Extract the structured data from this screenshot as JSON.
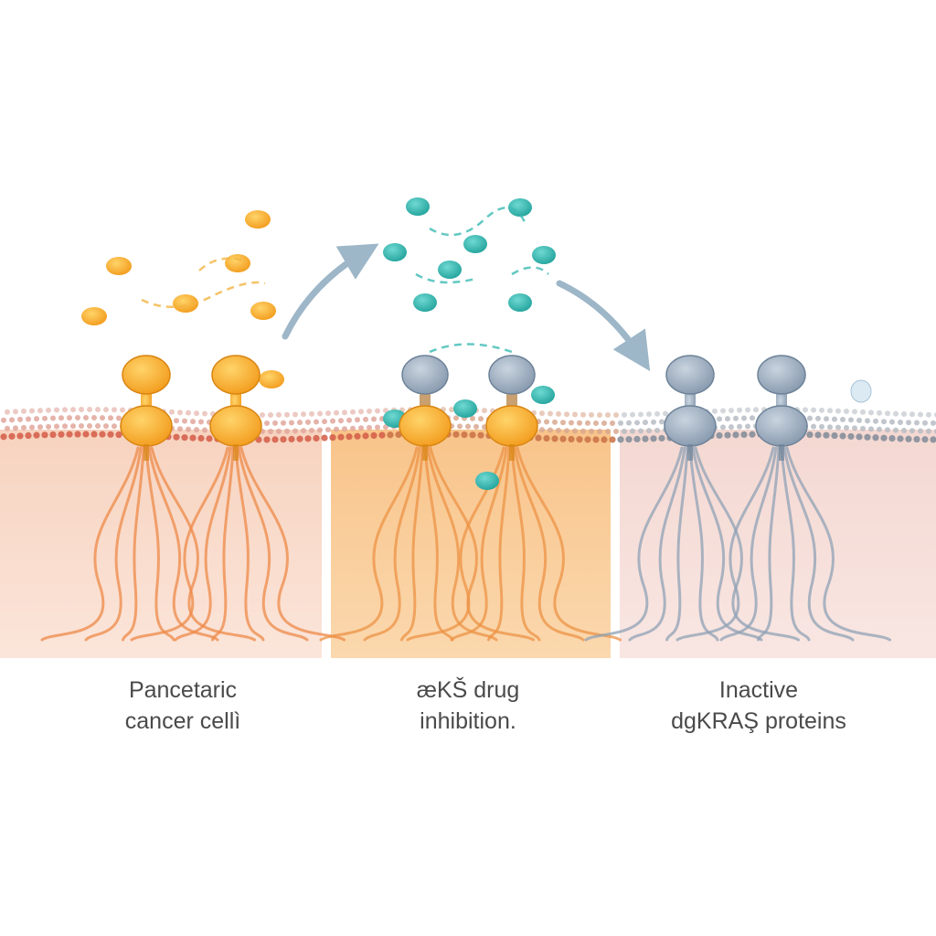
{
  "panels": [
    {
      "id": "panel-cancer-cell",
      "caption_lines": [
        "Pancetaric",
        "cancer cellì"
      ],
      "colors": {
        "background": "#f6cdb8",
        "protein": "#f4a82a",
        "ligand": "#f5a623",
        "filament": "#ee8a48"
      },
      "state": "active"
    },
    {
      "id": "panel-drug-inhibition",
      "caption_lines": [
        "æKŠ drug",
        "inhibition."
      ],
      "colors": {
        "background": "#f8c98d",
        "protein": "#f4a82a",
        "drug": "#35b8b0",
        "filament": "#ec9346"
      },
      "state": "binding"
    },
    {
      "id": "panel-inactive-kras",
      "caption_lines": [
        "Inactive",
        "dgKRAŞ proteins"
      ],
      "colors": {
        "background": "#f5dcd6",
        "protein": "#9aabbd",
        "filament": "#8fa2b6"
      },
      "state": "inactive"
    }
  ],
  "colors": {
    "arrow": "#9db6c8",
    "membrane_red": "#d45a47",
    "membrane_grey": "#8c9299",
    "caption_text": "#4a4a4a"
  }
}
